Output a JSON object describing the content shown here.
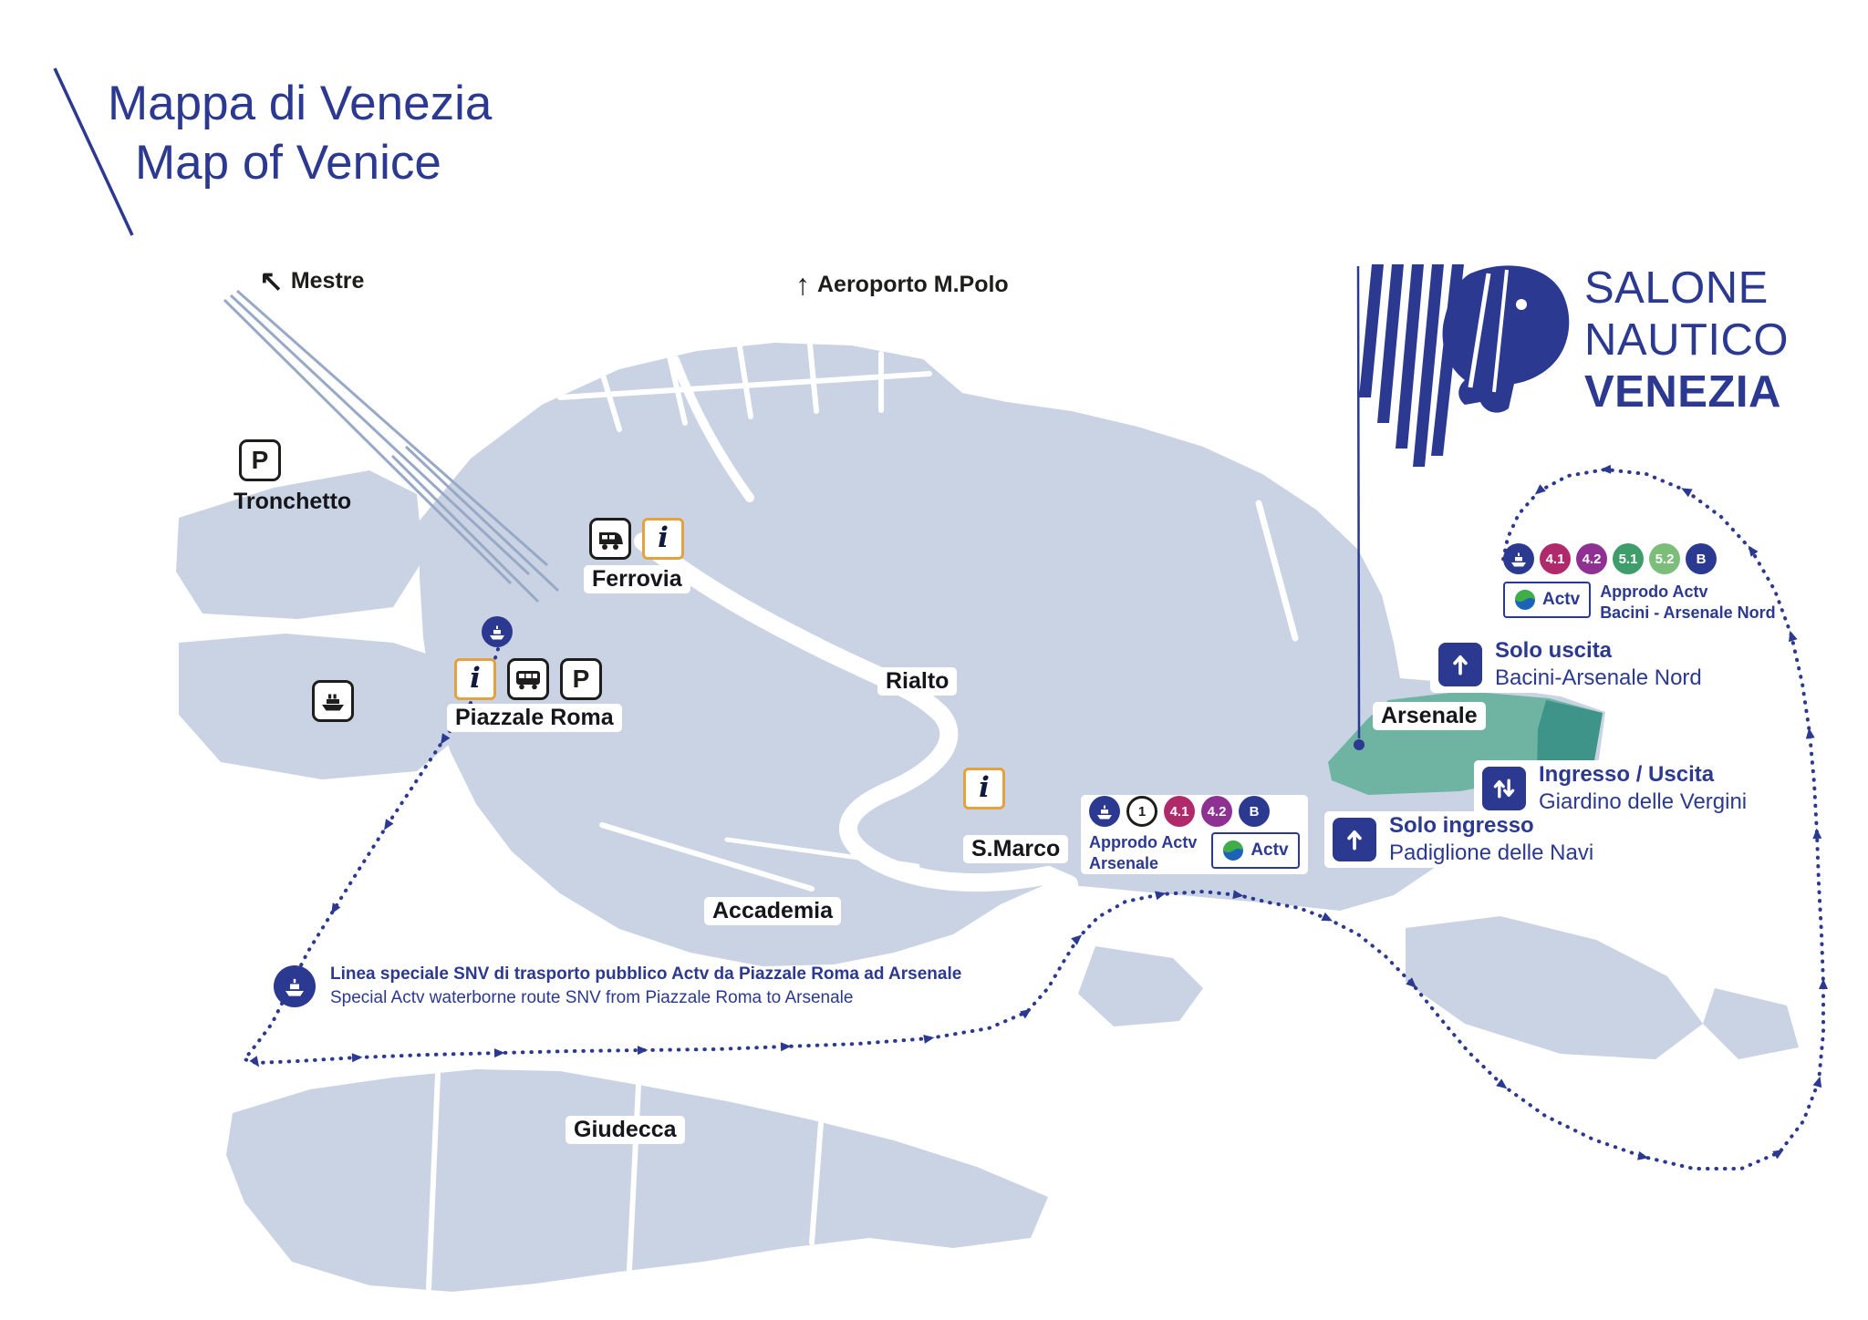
{
  "title": {
    "line1": "Mappa di Venezia",
    "line2": "Map of Venice"
  },
  "directions": {
    "mestre": {
      "arrow": "↖",
      "label": "Mestre"
    },
    "airport": {
      "arrow": "↑",
      "label": "Aeroporto M.Polo"
    }
  },
  "logo": {
    "line1": "SALONE",
    "line2": "NAUTICO",
    "line3": "VENEZIA"
  },
  "places": {
    "tronchetto": "Tronchetto",
    "ferrovia": "Ferrovia",
    "piazzale_roma": "Piazzale Roma",
    "rialto": "Rialto",
    "san_marco": "S.Marco",
    "accademia": "Accademia",
    "giudecca": "Giudecca",
    "arsenale": "Arsenale"
  },
  "icons": {
    "parking": "P",
    "info": "i"
  },
  "actv_label": "Actv",
  "stops": {
    "arsenale": {
      "lines": [
        "1",
        "4.1",
        "4.2",
        "B"
      ],
      "label1": "Approdo Actv",
      "label2": "Arsenale"
    },
    "bacini": {
      "lines": [
        "4.1",
        "4.2",
        "5.1",
        "5.2",
        "B"
      ],
      "label1": "Approdo Actv",
      "label2": "Bacini - Arsenale Nord"
    }
  },
  "gates": {
    "solo_uscita": {
      "title": "Solo uscita",
      "subtitle": "Bacini-Arsenale Nord"
    },
    "ingresso_uscita": {
      "title": "Ingresso / Uscita",
      "subtitle": "Giardino delle Vergini"
    },
    "solo_ingresso": {
      "title": "Solo ingresso",
      "subtitle": "Padiglione delle Navi"
    }
  },
  "legend": {
    "line1": "Linea speciale SNV di trasporto pubblico Actv da Piazzale Roma ad Arsenale",
    "line2": "Special Actv waterborne route SNV from Piazzale Roma to Arsenale"
  },
  "colors": {
    "navy": "#2b3990",
    "land": "#c9d3e3",
    "teal": "#6fb3a3",
    "teal_dark": "#3e9488",
    "line_4_1": "#b02a6b",
    "line_4_2": "#8f3193",
    "line_5_1": "#3f9d6a",
    "line_5_2": "#7dbd7a",
    "badge_b": "#2b3990",
    "info_border": "#e3a23f",
    "actv_green": "#3fae49",
    "actv_blue": "#1c63b7"
  }
}
